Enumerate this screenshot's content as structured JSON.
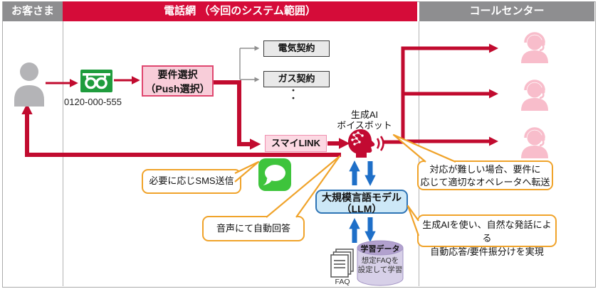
{
  "header": {
    "customer": "お客さま",
    "network": "電話網 （今回のシステム範囲）",
    "callcenter": "コールセンター"
  },
  "customer_flow": {
    "phone_number": "0120-000-555"
  },
  "nodes": {
    "menu_line1": "要件選択",
    "menu_line2": "（Push選択）",
    "electric": "電気契約",
    "gas": "ガス契約",
    "dots": [
      "・",
      "・"
    ],
    "sumai_link": "スマイLINK",
    "bot_line1": "生成AI",
    "bot_line2": "ボイスボット",
    "llm_line1": "大規模言語モデル",
    "llm_line2": "（LLM）",
    "training_title": "学習データ",
    "training_desc1": "想定FAQを",
    "training_desc2": "設定して学習",
    "faq_label": "FAQ"
  },
  "callouts": {
    "sms": "必要に応じSMS送信",
    "voice": "音声にて自動回答",
    "transfer_line1": "対応が難しい場合、要件に",
    "transfer_line2": "応じて適切なオペレータへ転送",
    "genai_line1": "生成AIを使い、自然な発話による",
    "genai_line2": "自動応答/要件振分けを実現"
  },
  "icons": {
    "customer": "person-icon",
    "tollfree": "tollfree-dial-icon",
    "sms": "sms-message-icon",
    "bot": "ai-voicebot-icon",
    "operators": "operator-headset-icon",
    "faq": "faq-documents-icon",
    "training": "database-cylinder-icon"
  },
  "colors": {
    "header_red": "#d50c39",
    "header_gray": "#8e8e90",
    "arrow_red": "#c10b2f",
    "callout_orange": "#f0a32a",
    "llm_border_blue": "#2e74b5",
    "llm_fill_blue": "#cde8f7",
    "blue_arrow": "#1e6fc8",
    "tollfree_green": "#1f9c3d",
    "sms_green": "#3ec43c",
    "pink_box_fill": "#f8cdd9",
    "operator_pink": "#f8bdcb",
    "cylinder_purple": "#d7d0e8"
  }
}
